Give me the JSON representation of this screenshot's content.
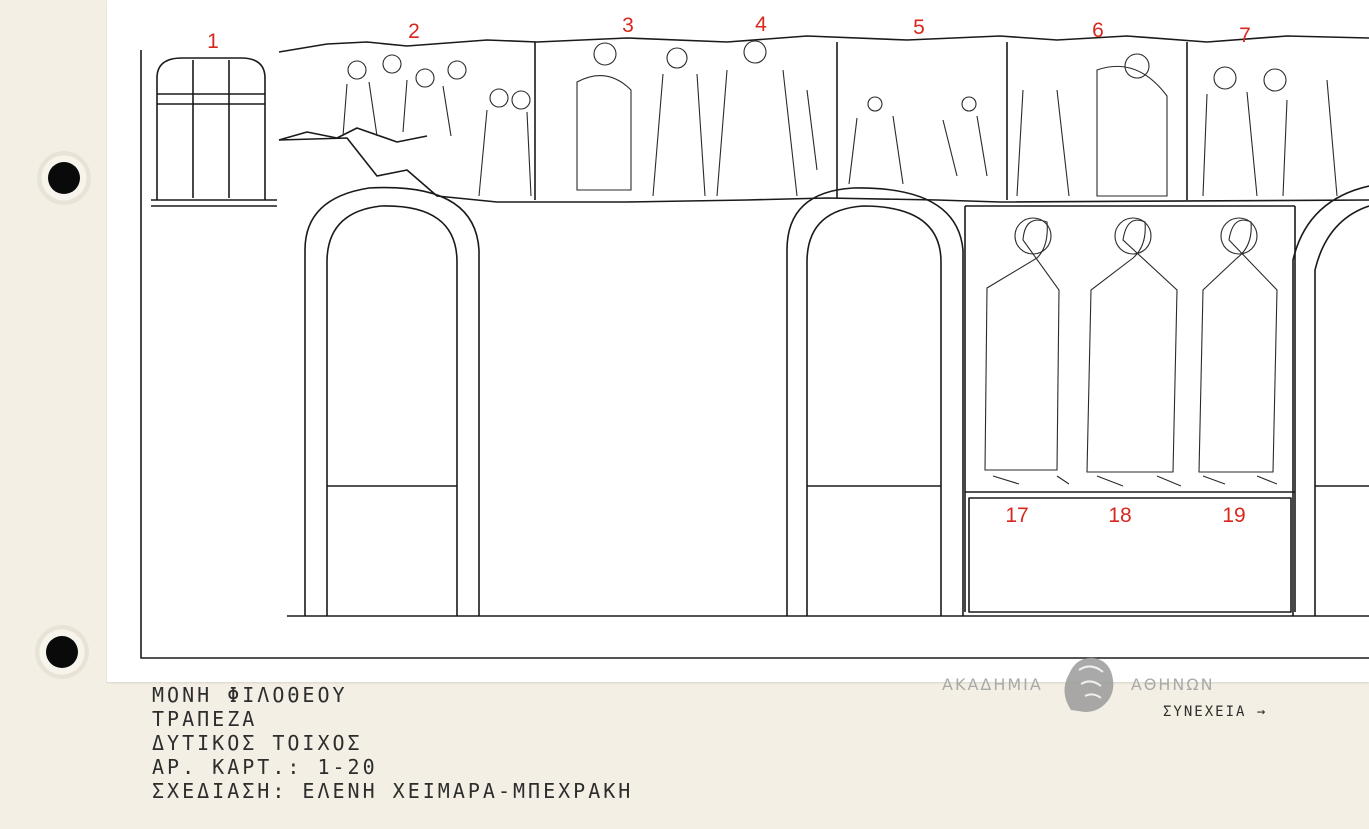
{
  "panel_numbers": [
    "1",
    "2",
    "3",
    "4",
    "5",
    "6",
    "7",
    "17",
    "18",
    "19"
  ],
  "watermark": {
    "left_text": "ΑΚΑΔΗΜΙΑ",
    "right_text": "ΑΘΗΝΩΝ",
    "emblem_icon": "athena-head-emblem-icon"
  },
  "caption": {
    "monastery": "ΜΟΝΗ ΦΙΛΟΘΕΟΥ",
    "room": "ΤΡΑΠΕΖΑ",
    "wall": "ΔΥΤΙΚΟΣ ΤΟΙΧΟΣ",
    "card_range": "ΑΡ. ΚΑΡΤ.: 1-20",
    "drawn_by": "ΣΧΕΔΙΑΣΗ: ΕΛΕΝΗ ΧΕΙΜΑΡΑ-ΜΠΕΧΡΑΚΗ"
  },
  "continue_label": "ΣΥΝΕΧΕΙΑ →",
  "colors": {
    "panel_number": "#d8271e",
    "ink": "#1a1a1a",
    "paper": "#ffffff",
    "card": "#f3efe4",
    "watermark": "#a9a9a9"
  }
}
